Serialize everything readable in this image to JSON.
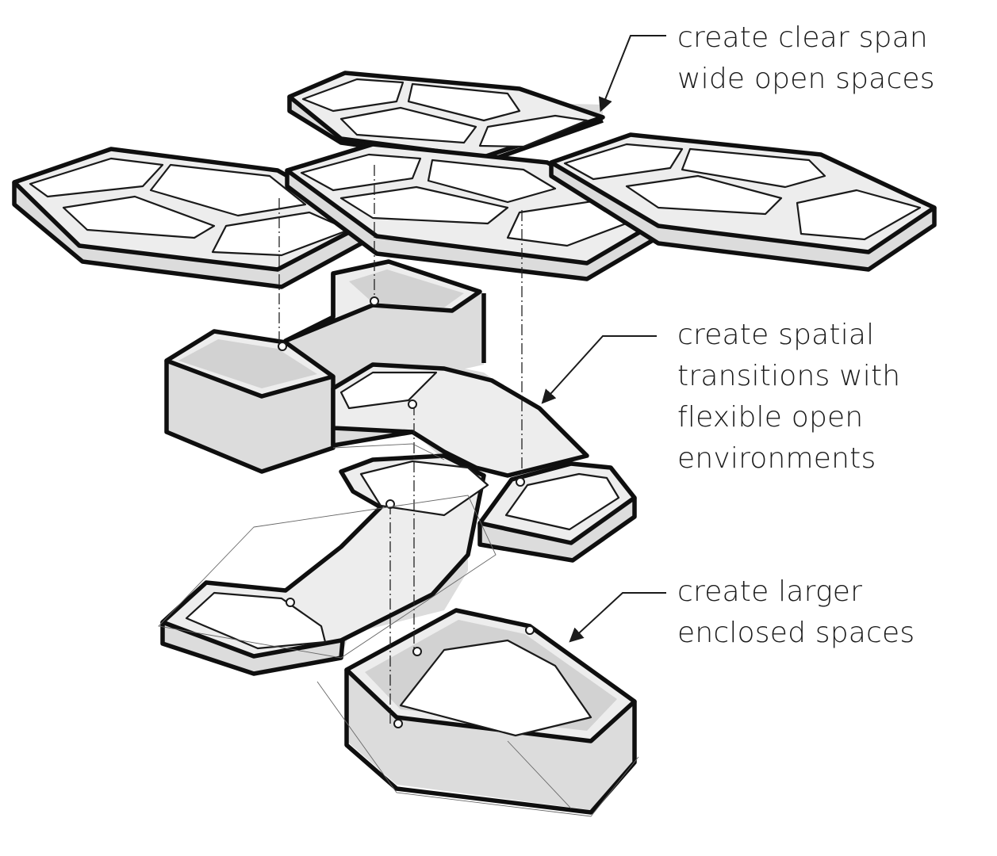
{
  "annotations": [
    {
      "lines": [
        "create clear span",
        "wide open spaces"
      ]
    },
    {
      "lines": [
        "create spatial",
        "transitions with",
        "flexible open",
        "environments"
      ]
    },
    {
      "lines": [
        "create larger",
        "enclosed spaces"
      ]
    }
  ],
  "colors": {
    "stroke": "#0f0f0f",
    "fill_light": "#ededed",
    "fill_shadow": "#dcdcdc",
    "background": "#ffffff"
  }
}
